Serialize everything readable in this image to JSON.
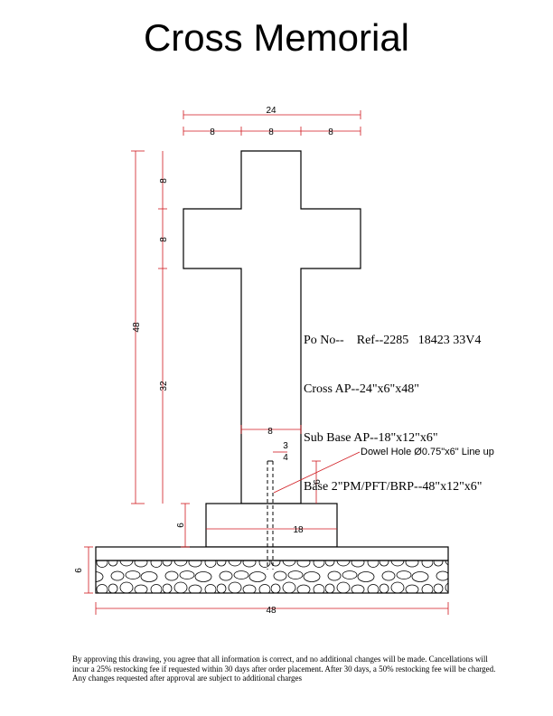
{
  "title": "Cross Memorial",
  "dimensions": {
    "total_width": "24",
    "arm_left": "8",
    "arm_center": "8",
    "arm_right": "8",
    "top_arm": "8",
    "arm_height": "8",
    "total_height": "48",
    "lower_height": "32",
    "shaft_width": "8",
    "dowel_frac_num": "3",
    "dowel_frac_den": "4",
    "dowel_depth": "6",
    "sub_base_height": "6",
    "sub_base_width": "18",
    "base_height": "6",
    "base_width": "48"
  },
  "specs": {
    "po_label": "Po No--",
    "ref": "Ref--2285",
    "code": "18423 33V4",
    "cross": "Cross AP--24\"x6\"x48\"",
    "sub_base": "Sub Base AP--18\"x12\"x6\"",
    "base": "Base 2\"PM/PFT/BRP--48\"x12\"x6\""
  },
  "dowel_note": "Dowel Hole Ø0.75\"x6\" Line up",
  "disclaimer": "By approving this drawing, you agree that all information is correct, and no additional changes will be made. Cancellations will incur a 25% restocking fee if requested within 30 days after order placement. After 30 days, a 50% restocking fee will be charged. Any changes requested after approval are subject to additional charges",
  "colors": {
    "dimension": "#d0191f",
    "outline": "#000000"
  }
}
